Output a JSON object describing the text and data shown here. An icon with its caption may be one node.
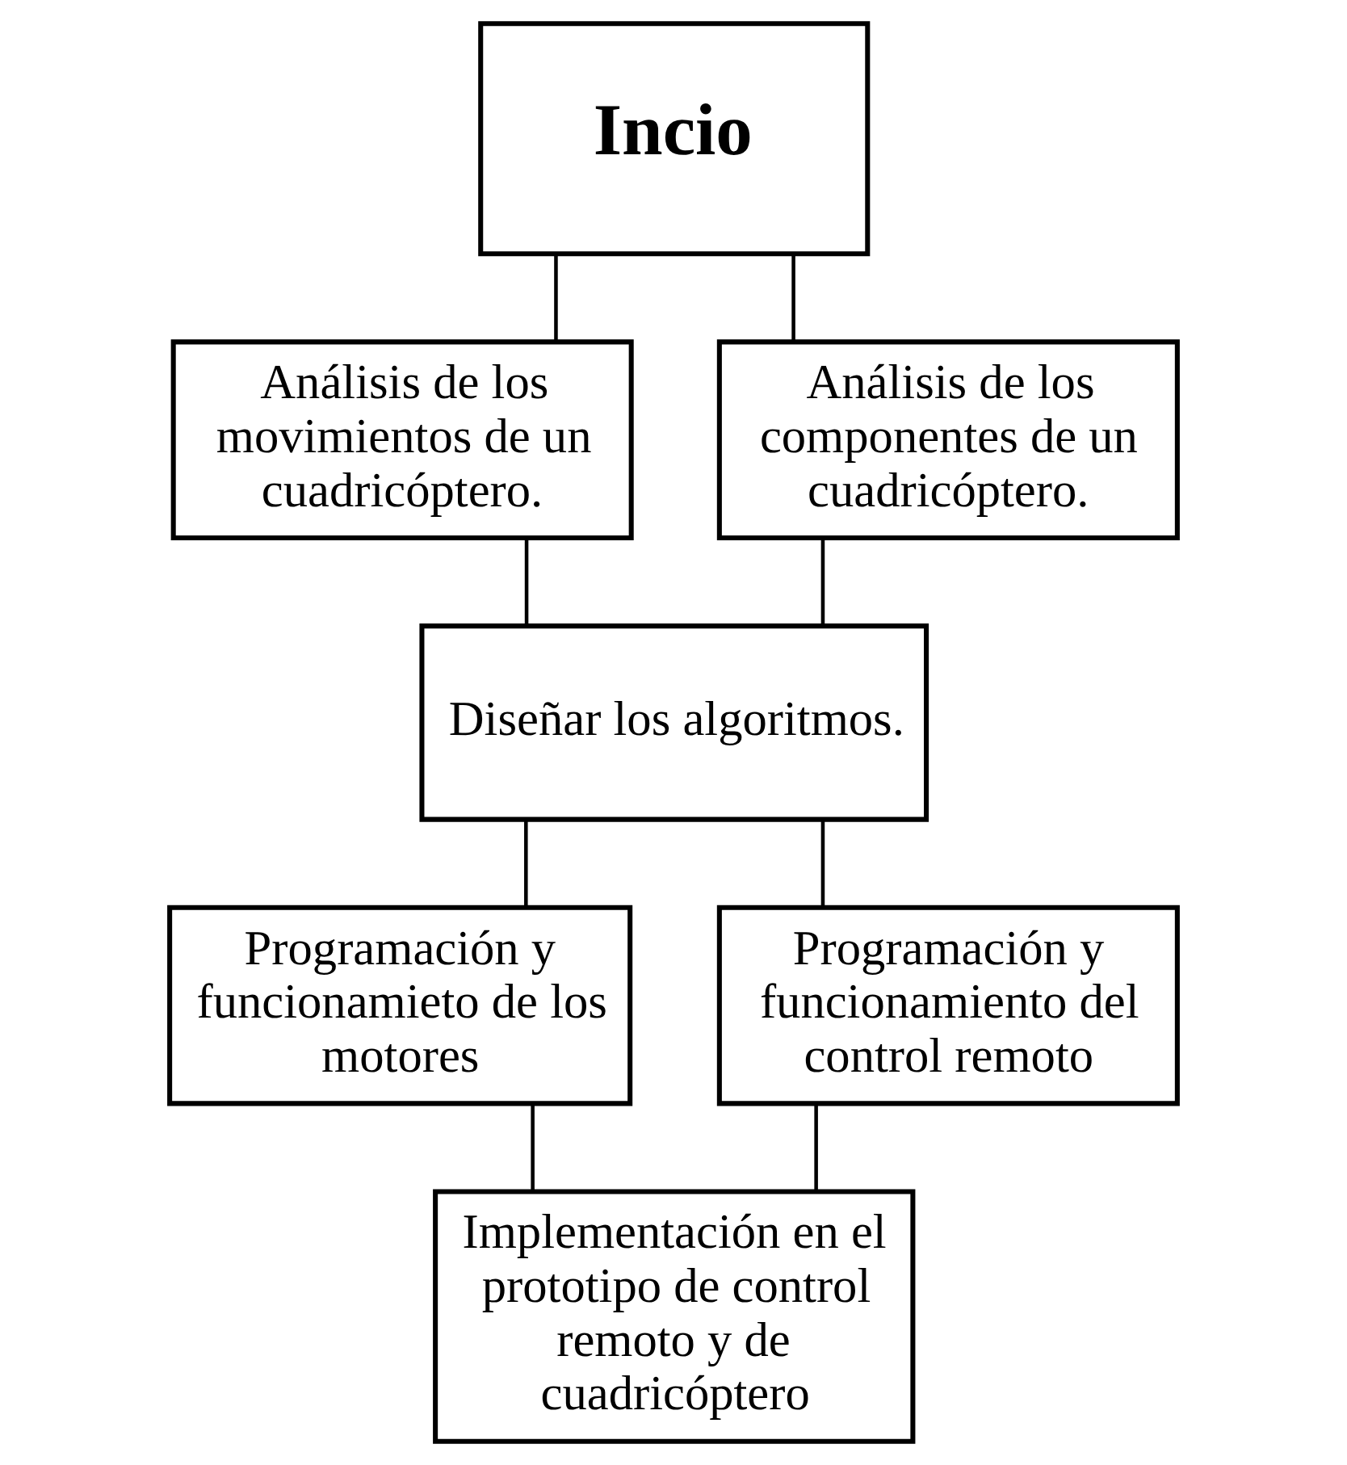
{
  "diagram": {
    "nodes": [
      {
        "text": [
          "Incio"
        ]
      },
      {
        "text": [
          "Análisis de los movimientos de un cuadricóptero."
        ]
      },
      {
        "text": [
          "Análisis de los componentes de un cuadricóptero."
        ]
      },
      {
        "text": [
          "Diseñar los algoritmos."
        ]
      },
      {
        "text": [
          "Programación y funcionamieto de los motores"
        ]
      },
      {
        "text": [
          "Programación y funcionamiento del control remoto"
        ]
      },
      {
        "text": [
          "Implementación en el prototipo de control remoto y de cuadricóptero"
        ]
      }
    ],
    "edges": [
      {
        "from": 0,
        "to": 1,
        "arrow": "none"
      },
      {
        "from": 0,
        "to": 2,
        "arrow": "none"
      },
      {
        "from": 1,
        "to": 3,
        "arrow": "none"
      },
      {
        "from": 2,
        "to": 3,
        "arrow": "none"
      },
      {
        "from": 3,
        "to": 4,
        "arrow": "none"
      },
      {
        "from": 3,
        "to": 5,
        "arrow": "none"
      },
      {
        "from": 4,
        "to": 6,
        "arrow": "none"
      },
      {
        "from": 5,
        "to": 6,
        "arrow": "none"
      }
    ]
  }
}
